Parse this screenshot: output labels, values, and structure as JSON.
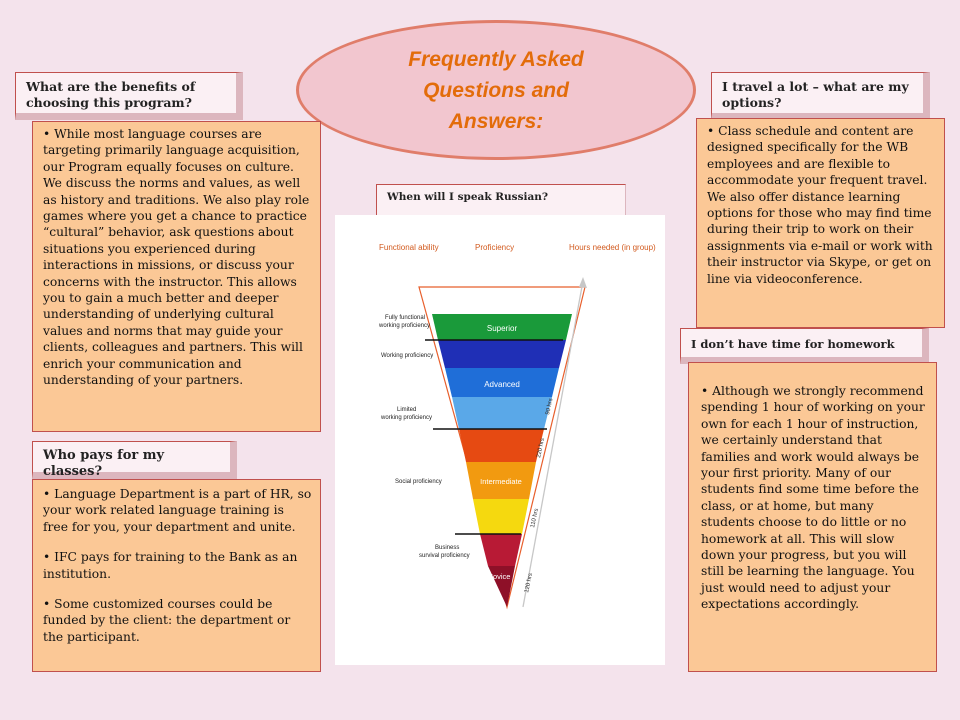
{
  "title": {
    "line1": "Frequently Asked",
    "line2": "Questions and",
    "line3": "Answers:"
  },
  "benefits": {
    "question": "What are the benefits of choosing this program?",
    "answer": "While most language courses are targeting primarily language acquisition, our Program equally focuses on culture. We discuss the norms and values, as well as history and traditions. We also play role games where you get a chance to practice “cultural” behavior, ask questions about situations you experienced during interactions in missions, or discuss your concerns with the instructor. This allows you to gain a much better and deeper understanding of underlying cultural values and norms that may guide your clients, colleagues and partners. This will enrich your communication and understanding of your partners."
  },
  "pays": {
    "question": "Who pays for my classes?",
    "answers": [
      "Language Department is a part of HR, so your work related language training is free for you, your department and unite.",
      "IFC pays for training to the Bank as an institution.",
      "Some customized courses could be funded by the client: the department or the participant."
    ]
  },
  "travel": {
    "question": "I travel a lot – what are my options?",
    "answer": "Class schedule and content are designed specifically for the WB employees and are flexible to accommodate your frequent travel. We also offer distance learning options for those who may find time during their trip to work on their assignments via e-mail or work with their instructor via Skype, or get on line via videoconference."
  },
  "homework": {
    "question": "I don’t have time for homework",
    "answer": "Although we strongly recommend spending 1 hour of working on your own for each 1 hour of instruction, we certainly understand that families and work would always be your first priority. Many of our students find some time before the class, or at home, but many students choose to do little or no homework at all. This will slow down your progress, but you will still be learning the language. You just would need to adjust your expectations accordingly."
  },
  "russian": {
    "question": "When will I speak Russian?",
    "chart": {
      "headers": {
        "ability": "Functional ability",
        "proficiency": "Proficiency",
        "hours": "Hours needed (in group)"
      },
      "levels": [
        {
          "name": "Superior",
          "color": "#1a9a3a"
        },
        {
          "name": "",
          "color": "#1f2fb6"
        },
        {
          "name": "Advanced",
          "color": "#1f6ed8"
        },
        {
          "name": "",
          "color": "#5aa8e8"
        },
        {
          "name": "",
          "color": "#e64a12"
        },
        {
          "name": "Intermediate",
          "color": "#f29a10"
        },
        {
          "name": "",
          "color": "#f5d90f"
        },
        {
          "name": "",
          "color": "#b81a35"
        },
        {
          "name": "Novice",
          "color": "#8e1028"
        }
      ],
      "abilities": {
        "full_1": "Fully functional",
        "full_2": "working proficiency",
        "working": "Working proficiency",
        "limited_1": "Limited",
        "limited_2": "working proficiency",
        "social": "Social proficiency",
        "business_1": "Business",
        "business_2": "survival proficiency"
      },
      "hours": [
        "90 hrs",
        "220 hrs",
        "110 hrs",
        "120 hrs"
      ]
    }
  }
}
